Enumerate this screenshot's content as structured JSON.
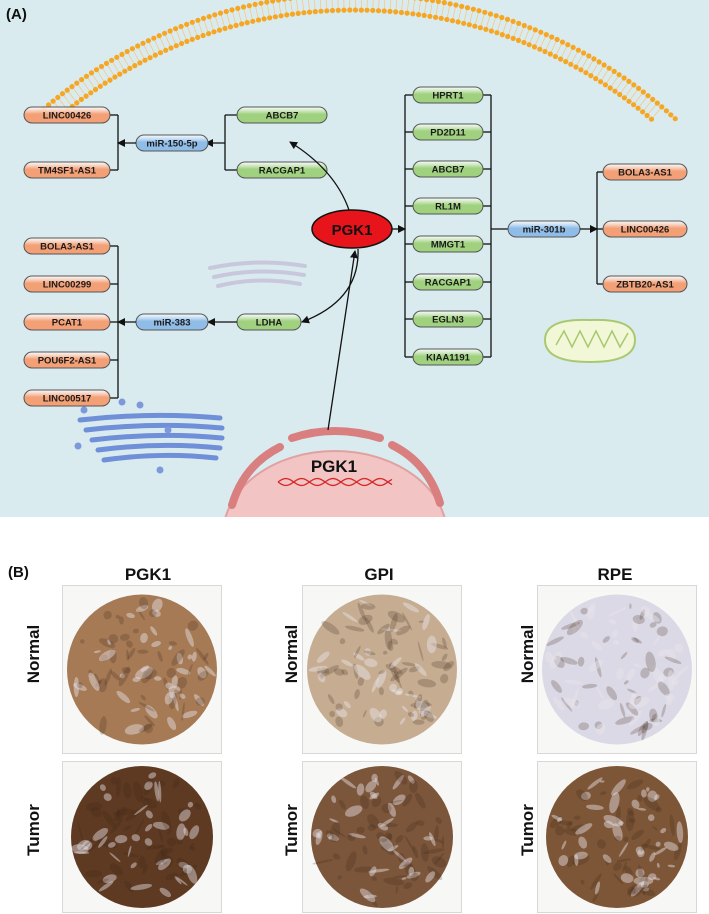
{
  "panel_a": {
    "label": "(A)",
    "center": "PGK1",
    "nucleus_gene": "PGK1",
    "upper_left": {
      "genes": [
        "ABCB7",
        "RACGAP1"
      ],
      "mirna": "miR-150-5p",
      "lncrnas": [
        "LINC00426",
        "TM4SF1-AS1"
      ]
    },
    "lower_left": {
      "gene": "LDHA",
      "mirna": "miR-383",
      "lncrnas": [
        "BOLA3-AS1",
        "LINC00299",
        "PCAT1",
        "POU6F2-AS1",
        "LINC00517"
      ]
    },
    "right": {
      "genes": [
        "HPRT1",
        "PD2D11",
        "ABCB7",
        "RL1M",
        "MMGT1",
        "RACGAP1",
        "EGLN3",
        "KIAA1191"
      ],
      "mirna": "miR-301b",
      "lncrnas": [
        "BOLA3-AS1",
        "LINC00426",
        "ZBTB20-AS1"
      ]
    },
    "colors": {
      "background": "#d9ebef",
      "lncrna": "#f4a077",
      "gene": "#9fd17f",
      "mirna": "#8fbde8",
      "center": "#e8141c",
      "membrane": "#f5a623",
      "nucleus": "#f2c4c4"
    }
  },
  "panel_b": {
    "label": "(B)",
    "columns": [
      "PGK1",
      "GPI",
      "RPE"
    ],
    "rows": [
      "Normal",
      "Tumor"
    ],
    "stain_colors": {
      "PGK1": {
        "Normal": "#a57a55",
        "Tumor": "#5e3a22"
      },
      "GPI": {
        "Normal": "#c6ad92",
        "Tumor": "#7c563a"
      },
      "RPE": {
        "Normal": "#dcd9e6",
        "Tumor": "#7d5637"
      }
    }
  }
}
